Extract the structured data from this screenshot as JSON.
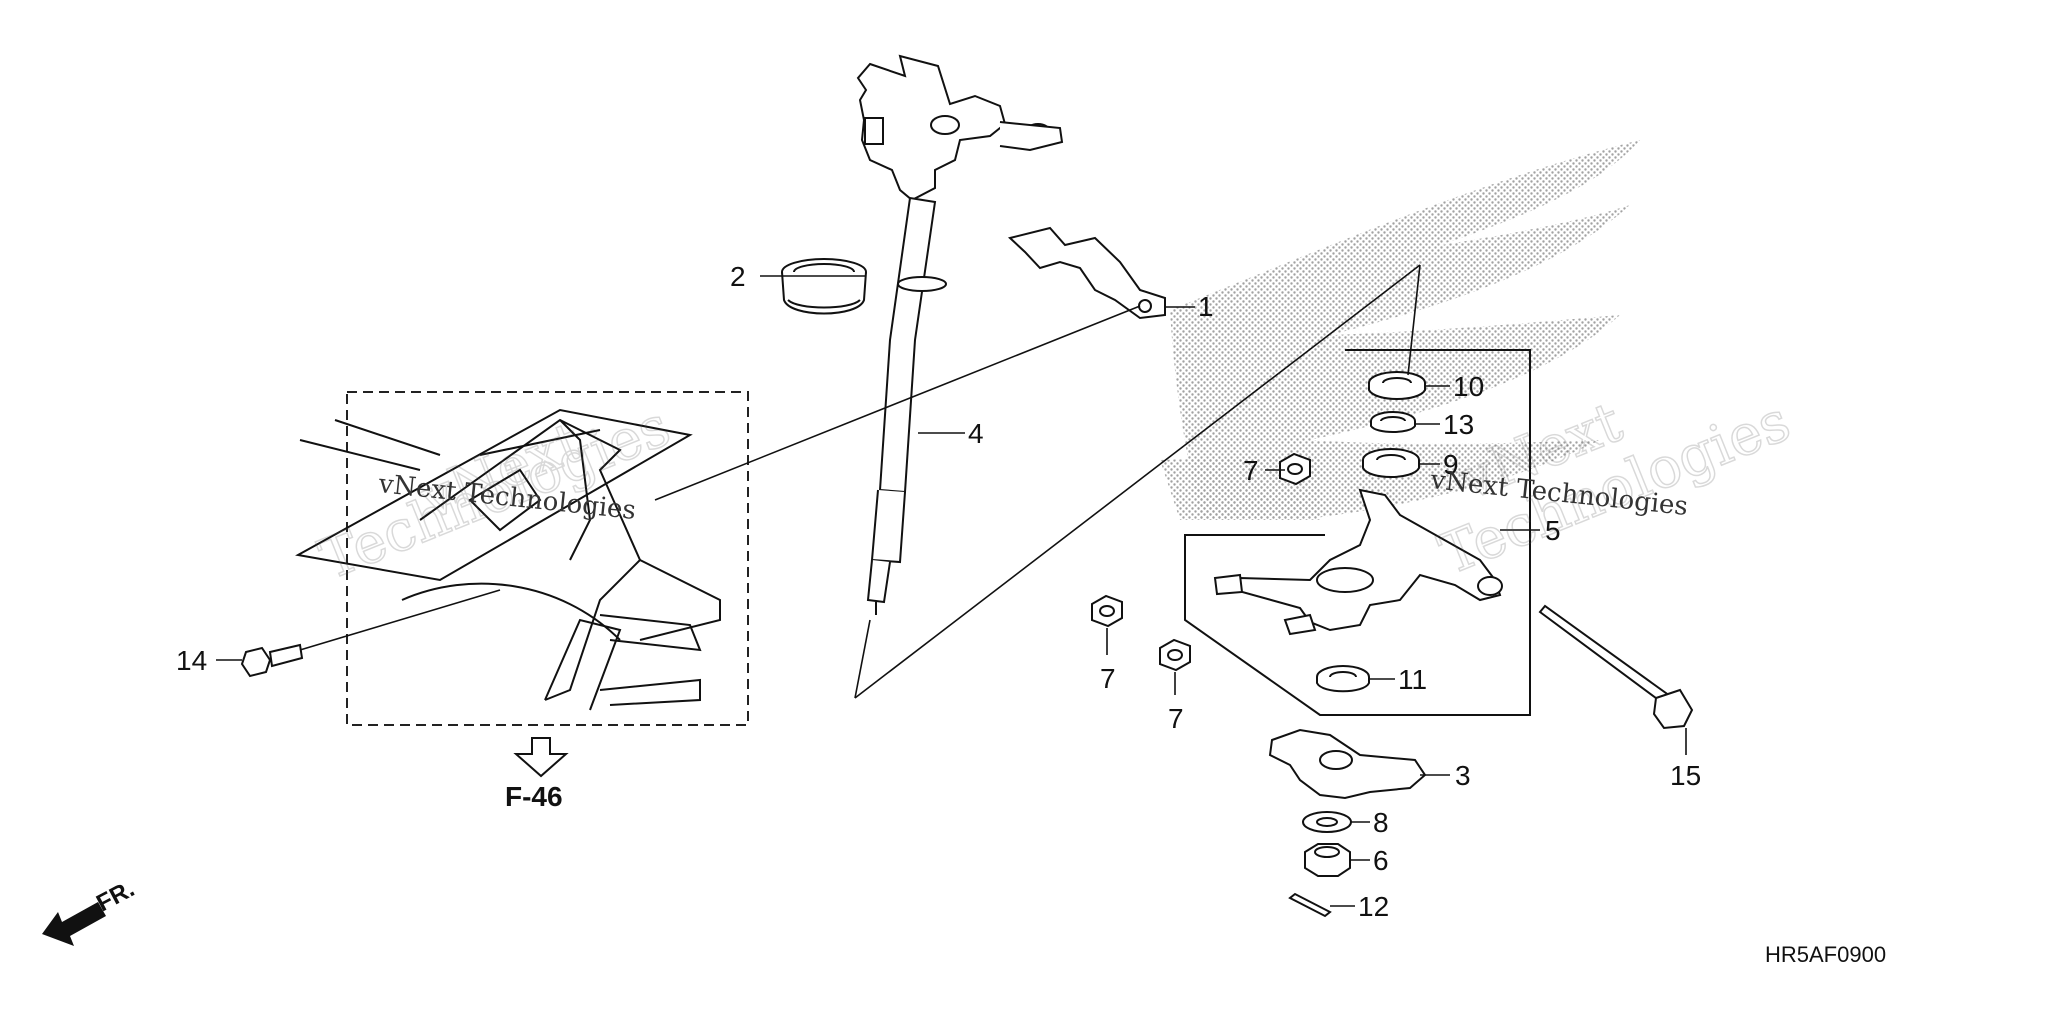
{
  "callouts": {
    "c1": "1",
    "c2": "2",
    "c3": "3",
    "c4": "4",
    "c5": "5",
    "c6": "6",
    "c7a": "7",
    "c7b": "7",
    "c7c": "7",
    "c8": "8",
    "c9": "9",
    "c10": "10",
    "c11": "11",
    "c12": "12",
    "c13": "13",
    "c14": "14",
    "c15": "15"
  },
  "reference": {
    "label": "F-46"
  },
  "direction": {
    "label": "FR."
  },
  "diagram_code": "HR5AF0900",
  "watermark": {
    "line1": "vNext",
    "line2": "Technologies",
    "inline": "vNext Technologies"
  }
}
